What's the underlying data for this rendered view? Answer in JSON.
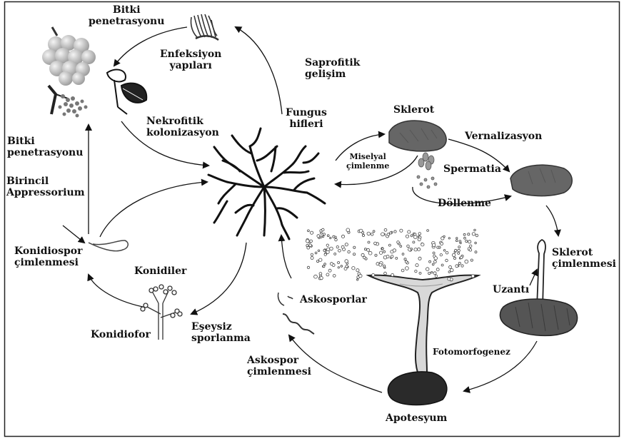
{
  "labels": {
    "bitki_penetrasyonu_top": [
      "Bitki",
      "penetrasyonu"
    ],
    "enfeksiyon_yapilari": [
      "Enfeksiyon",
      "yapıları"
    ],
    "saprofitik_gelisim": [
      "Saprofitik",
      "gelişim"
    ],
    "nekrofitik_kolonizasyon": [
      "Nekrofitik",
      "kolonizasyon"
    ],
    "fungus_hifleri": [
      "Fungus",
      "hifleri"
    ],
    "sklerot": "Sklerot",
    "vernalizasyon": "Vernalizasyon",
    "miselyal_cimlenme": [
      "Miselyal",
      "çimlenme"
    ],
    "spermatia": "Spermatia",
    "dollenme": "Döllenme",
    "bitki_penetrasyonu_left": [
      "Bitki",
      "penetrasyonu"
    ],
    "birincil_appressorium": [
      "Birincil",
      "Appressorium"
    ],
    "konidiospor_cimlenmesi": [
      "Konidiospor",
      "çimlenmesi"
    ],
    "konidiler": "Konidiler",
    "konidiofor": "Konidiofor",
    "eseysiz_sporlanma": [
      "Eşeysiz",
      "sporlanma"
    ],
    "askosporlar": "Askosporlar",
    "askospor_cimlenmesi": [
      "Askospor",
      "çimlenmesi"
    ],
    "sklerot_cimlenmesi": [
      "Sklerot",
      "çimlenmesi"
    ],
    "uzanti": "Uzantı",
    "fotomorfogenez": "Fotomorfogenez",
    "apotesyum": "Apotesyum"
  }
}
